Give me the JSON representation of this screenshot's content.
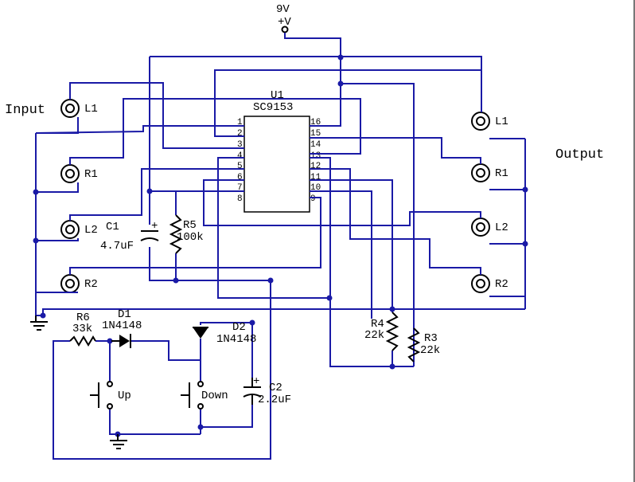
{
  "supply": {
    "voltage": "9V",
    "label": "+V"
  },
  "ic": {
    "ref": "U1",
    "part": "SC9153",
    "left_pins": [
      "1",
      "2",
      "3",
      "4",
      "5",
      "6",
      "7",
      "8"
    ],
    "right_pins": [
      "16",
      "15",
      "14",
      "13",
      "12",
      "11",
      "10",
      "9"
    ]
  },
  "labels": {
    "input": "Input",
    "output": "Output"
  },
  "jacks": {
    "in_l1": "L1",
    "in_r1": "R1",
    "in_l2": "L2",
    "in_r2": "R2",
    "out_l1": "L1",
    "out_r1": "R1",
    "out_l2": "L2",
    "out_r2": "R2"
  },
  "components": {
    "c1_ref": "C1",
    "c1_val": "4.7uF",
    "r5_ref": "R5",
    "r5_val": "100k",
    "r6_ref": "R6",
    "r6_val": "33k",
    "d1_ref": "D1",
    "d1_val": "1N4148",
    "d2_ref": "D2",
    "d2_val": "1N4148",
    "c2_ref": "C2",
    "c2_val": "2.2uF",
    "r4_ref": "R4",
    "r4_val": "22k",
    "r3_ref": "R3",
    "r3_val": "22k",
    "btn_up": "Up",
    "btn_down": "Down",
    "plus": "+"
  }
}
